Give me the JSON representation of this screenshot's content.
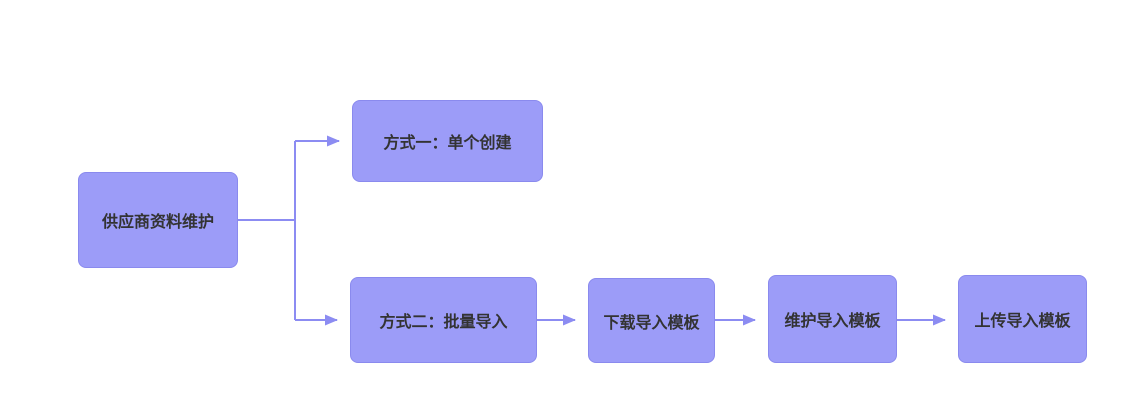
{
  "diagram": {
    "type": "flowchart",
    "background_color": "#ffffff",
    "node_fill_color": "#9c9cf8",
    "node_border_color": "#8a8aee",
    "connector_color": "#8c8cf2",
    "node_text_color": "#333333",
    "nodes": {
      "root": {
        "label": "供应商资料维护"
      },
      "method1": {
        "label": "方式一：单个创建"
      },
      "method2": {
        "label": "方式二：批量导入"
      },
      "download": {
        "label": "下载导入模板"
      },
      "maintain": {
        "label": "维护导入模板"
      },
      "upload": {
        "label": "上传导入模板"
      }
    },
    "edges": [
      {
        "from": "root",
        "to": "method1"
      },
      {
        "from": "root",
        "to": "method2"
      },
      {
        "from": "method2",
        "to": "download"
      },
      {
        "from": "download",
        "to": "maintain"
      },
      {
        "from": "maintain",
        "to": "upload"
      }
    ]
  }
}
